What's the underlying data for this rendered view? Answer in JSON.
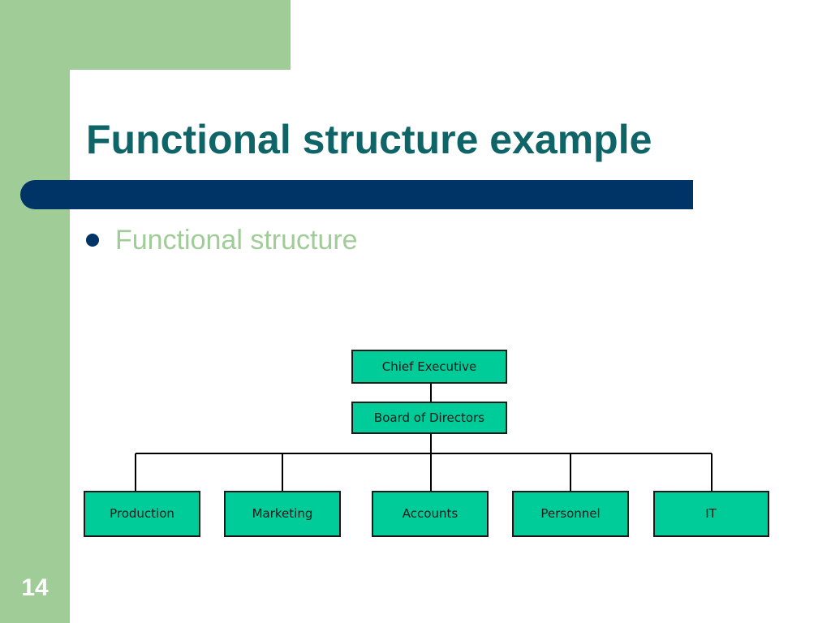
{
  "slide": {
    "title": "Functional structure example",
    "bullet": "Functional structure",
    "page_number": "14"
  },
  "colors": {
    "accent_green": "#9fcc97",
    "title_teal": "#0f6468",
    "bar_navy": "#003366",
    "node_fill": "#00cc99"
  },
  "org_chart": {
    "top": "Chief Executive",
    "board": "Board of Directors",
    "departments": [
      "Production",
      "Marketing",
      "Accounts",
      "Personnel",
      "IT"
    ]
  }
}
